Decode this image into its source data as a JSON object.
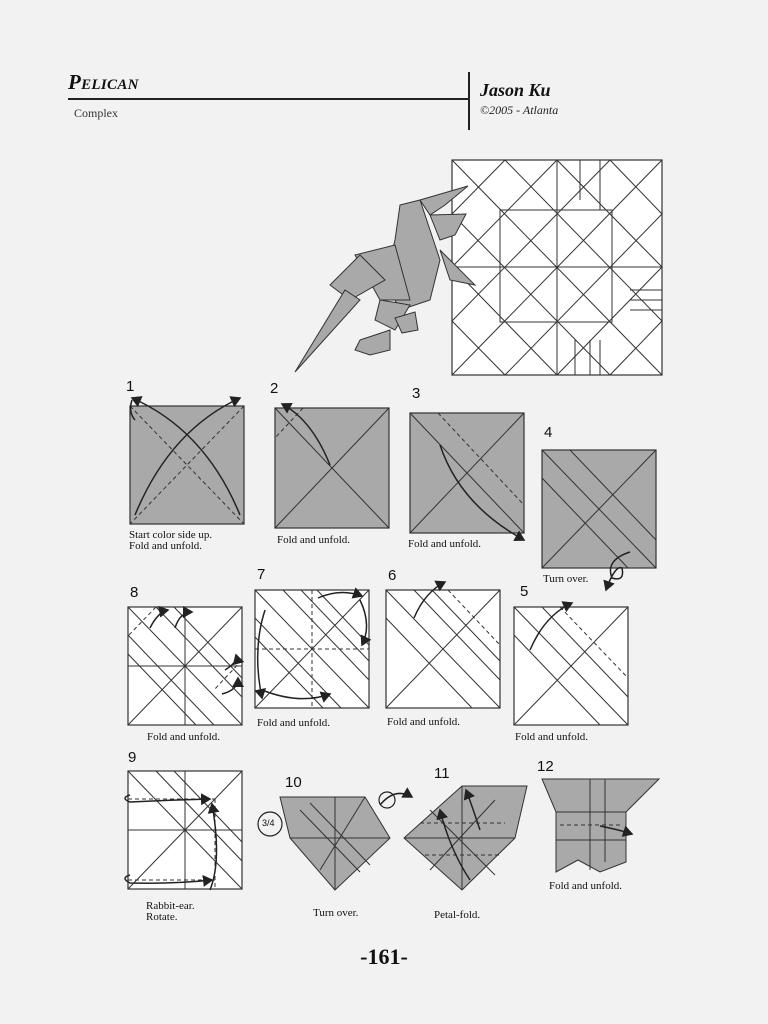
{
  "header": {
    "title": "Pelican",
    "subtitle": "Complex",
    "author": "Jason Ku",
    "copyright": "©2005 - Atlanta"
  },
  "steps": [
    {
      "num": "1",
      "caption_lines": [
        "Start color side up.",
        "Fold and unfold."
      ]
    },
    {
      "num": "2",
      "caption_lines": [
        "Fold and unfold."
      ]
    },
    {
      "num": "3",
      "caption_lines": [
        "Fold and unfold."
      ]
    },
    {
      "num": "4",
      "caption_lines": [
        "Turn over."
      ]
    },
    {
      "num": "5",
      "caption_lines": [
        "Fold and unfold."
      ]
    },
    {
      "num": "6",
      "caption_lines": [
        "Fold and unfold."
      ]
    },
    {
      "num": "7",
      "caption_lines": [
        "Fold and unfold."
      ]
    },
    {
      "num": "8",
      "caption_lines": [
        "Fold and unfold."
      ]
    },
    {
      "num": "9",
      "caption_lines": [
        "Rabbit-ear.",
        "Rotate."
      ]
    },
    {
      "num": "10",
      "caption_lines": [
        "Turn over."
      ]
    },
    {
      "num": "11",
      "caption_lines": [
        "Petal-fold."
      ]
    },
    {
      "num": "12",
      "caption_lines": [
        "Fold and unfold."
      ]
    }
  ],
  "rotate_label": "3/4",
  "page_number": "-161-"
}
